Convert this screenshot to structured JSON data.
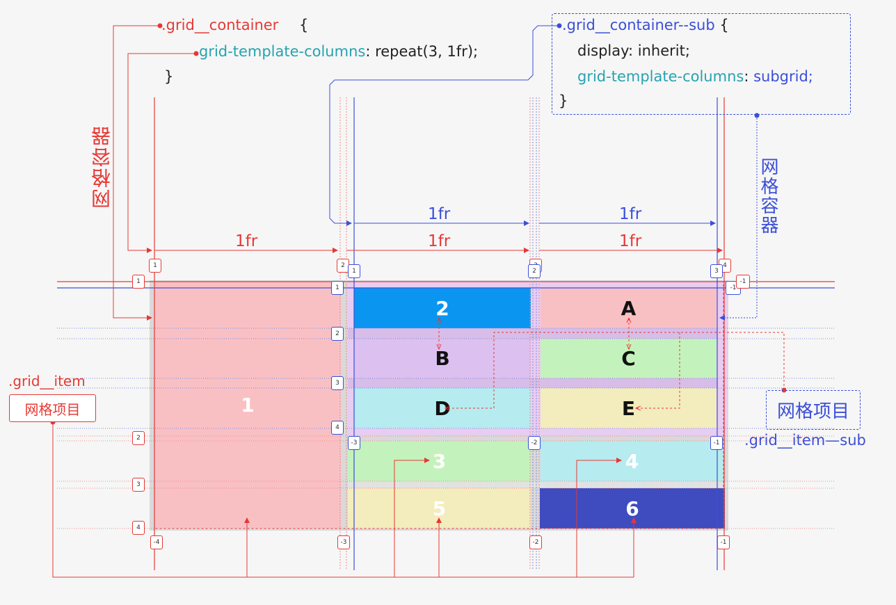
{
  "code_main": {
    "selector": ".grid__container",
    "brace_open": "{",
    "property": "grid-template-columns",
    "colon": ":",
    "value": "repeat(3, 1fr);",
    "brace_close": "}"
  },
  "code_sub": {
    "selector": ".grid__container--sub",
    "brace_open": "{",
    "line1": "display: inherit;",
    "property": "grid-template-columns",
    "colon": ":",
    "value": "subgrid;",
    "brace_close": "}"
  },
  "labels": {
    "container_red": "网格容器",
    "container_blue": "网格容器",
    "item_class": ".grid__item",
    "item_cn": "网格项目",
    "subitem_cn": "网格项目",
    "subitem_class": ".grid__item—sub",
    "fr": "1fr"
  },
  "cells": {
    "c1": "1",
    "c2": "2",
    "cA": "A",
    "cB": "B",
    "cC": "C",
    "cD": "D",
    "cE": "E",
    "c3": "3",
    "c4": "4",
    "c5": "5",
    "c6": "6"
  },
  "lines": {
    "red_top": [
      "1",
      "2",
      "3",
      "4"
    ],
    "blue_top": [
      "1",
      "2",
      "3"
    ],
    "blue_right": "-1",
    "red_right": "-1",
    "red_rows_left": [
      "1",
      "2",
      "3",
      "4"
    ],
    "blue_rows_left": [
      "1",
      "2",
      "3",
      "4"
    ],
    "blue_bottom": [
      "-3",
      "-2",
      "-1"
    ],
    "red_bottom": [
      "-4",
      "-3",
      "-2",
      "-1"
    ]
  },
  "colors": {
    "red": "#e53935",
    "blue": "#3b4fd8",
    "teal": "#26a3b0",
    "pink": "#f9c0c4",
    "lilac": "#dcc0f0",
    "sky": "#0a96f0",
    "green": "#c4f2bc",
    "cyan": "#b6ebef",
    "cream": "#f3ecbd",
    "navy": "#3e4cc0"
  }
}
